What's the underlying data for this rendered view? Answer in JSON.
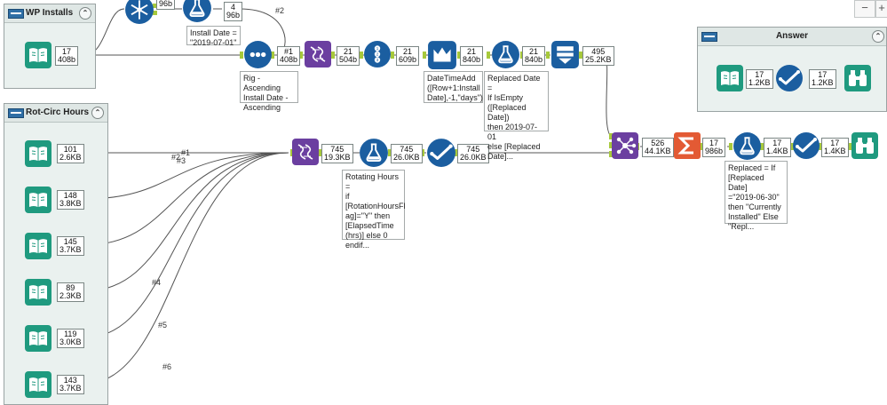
{
  "containers": {
    "wp_installs": {
      "title": "WP Installs",
      "collapse": "⌃"
    },
    "rot_circ": {
      "title": "Rot-Circ Hours",
      "collapse": "⌃"
    },
    "answer": {
      "title": "Answer",
      "collapse": "⌃"
    }
  },
  "zoom": {
    "out": "−",
    "in": "+"
  },
  "connection_labels": [
    "#2",
    "#1",
    "#1",
    "#2",
    "#3",
    "#4",
    "#5",
    "#6"
  ],
  "record_badges": [
    {
      "records": "17",
      "size": "408b"
    },
    {
      "records": "",
      "size": "96b"
    },
    {
      "records": "4",
      "size": "96b"
    },
    {
      "records": "#1",
      "size": "408b"
    },
    {
      "records": "21",
      "size": "504b"
    },
    {
      "records": "21",
      "size": "609b"
    },
    {
      "records": "21",
      "size": "840b"
    },
    {
      "records": "21",
      "size": "840b"
    },
    {
      "records": "495",
      "size": "25.2KB"
    },
    {
      "records": "101",
      "size": "2.6KB"
    },
    {
      "records": "148",
      "size": "3.8KB"
    },
    {
      "records": "145",
      "size": "3.7KB"
    },
    {
      "records": "89",
      "size": "2.3KB"
    },
    {
      "records": "119",
      "size": "3.0KB"
    },
    {
      "records": "143",
      "size": "3.7KB"
    },
    {
      "records": "745",
      "size": "19.3KB"
    },
    {
      "records": "745",
      "size": "26.0KB"
    },
    {
      "records": "745",
      "size": "26.0KB"
    },
    {
      "records": "526",
      "size": "44.1KB"
    },
    {
      "records": "17",
      "size": "986b"
    },
    {
      "records": "17",
      "size": "1.4KB"
    },
    {
      "records": "17",
      "size": "1.4KB"
    },
    {
      "records": "17",
      "size": "1.2KB"
    },
    {
      "records": "17",
      "size": "1.2KB"
    }
  ],
  "annotations": {
    "install_date": "Install Date =\n\"2019-07-01\"",
    "sort": "Rig - Ascending\nInstall Date -\nAscending",
    "datetimeadd": "DateTimeAdd\n([Row+1:Install\nDate],-1,\"days\")",
    "replaced_date": "Replaced Date =\nIf IsEmpty\n([Replaced Date])\nthen 2019-07-01\nelse [Replaced\nDate]...",
    "rotating": "Rotating Hours =\nif\n[RotationHoursFl\nag]=\"Y\" then\n[ElapsedTime\n(hrs)] else 0\nendif...",
    "replaced": "Replaced = If\n[Replaced Date]\n=\"2019-06-30\"\nthen \"Currently\nInstalled\" Else\n\"Repl..."
  },
  "tools": [
    {
      "icon": "input-book-icon"
    },
    {
      "icon": "generate-rows-icon"
    },
    {
      "icon": "formula-flask-icon"
    },
    {
      "icon": "sort-dots-icon"
    },
    {
      "icon": "union-dna-icon"
    },
    {
      "icon": "record-id-icon"
    },
    {
      "icon": "datetime-crown-icon"
    },
    {
      "icon": "formula-flask-icon"
    },
    {
      "icon": "multi-row-formula-icon"
    },
    {
      "icon": "join-multiple-icon"
    },
    {
      "icon": "summarize-sigma-icon"
    },
    {
      "icon": "select-check-icon"
    },
    {
      "icon": "browse-binoculars-icon"
    }
  ],
  "colors": {
    "input": "#1f9a7f",
    "preparation": "#1b5ea0",
    "join": "#6b3fa0",
    "transform": "#e35a34",
    "container_bg": "#eaf1ef",
    "connector": "#555555",
    "anchor": "#a7c93b"
  }
}
